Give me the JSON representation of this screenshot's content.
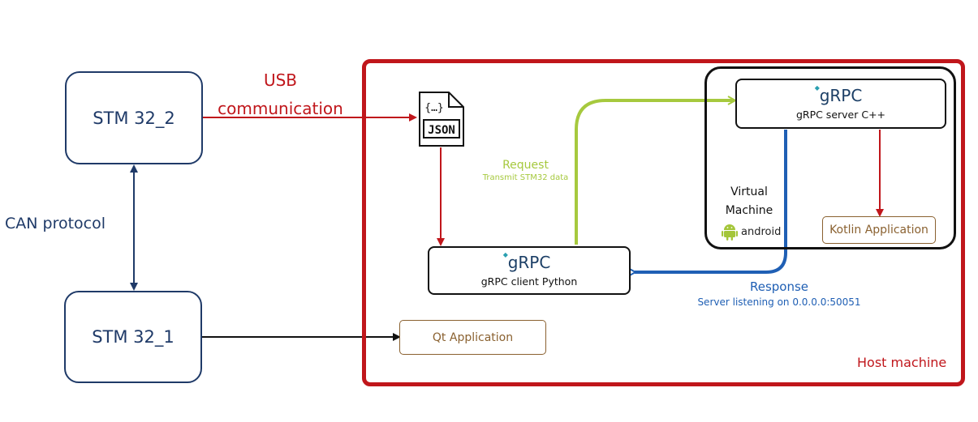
{
  "nodes": {
    "stm32_2": "STM 32_2",
    "stm32_1": "STM 32_1",
    "grpc_server": {
      "logo": "gRPC",
      "label": "gRPC server C++"
    },
    "grpc_client": {
      "logo": "gRPC",
      "label": "gRPC client Python"
    },
    "kotlin_app": "Kotlin Application",
    "qt_app": "Qt Application",
    "json_icon": {
      "braces": "{…}",
      "text": "JSON"
    },
    "virtual_machine": {
      "line1": "Virtual",
      "line2": "Machine",
      "android": "android"
    },
    "host_machine": "Host machine"
  },
  "edges": {
    "usb": {
      "line1": "USB",
      "line2": "communication"
    },
    "can": "CAN protocol",
    "request": {
      "title": "Request",
      "detail": "Transmit STM32 data"
    },
    "response": {
      "title": "Response",
      "detail": "Server listening on 0.0.0.0:50051"
    }
  },
  "colors": {
    "host_border": "#c0161b",
    "stm_border": "#1f3a68",
    "request_green": "#a6c93e",
    "response_blue": "#1f5fb4",
    "app_brown": "#8a6130",
    "android_green": "#a4c639"
  }
}
